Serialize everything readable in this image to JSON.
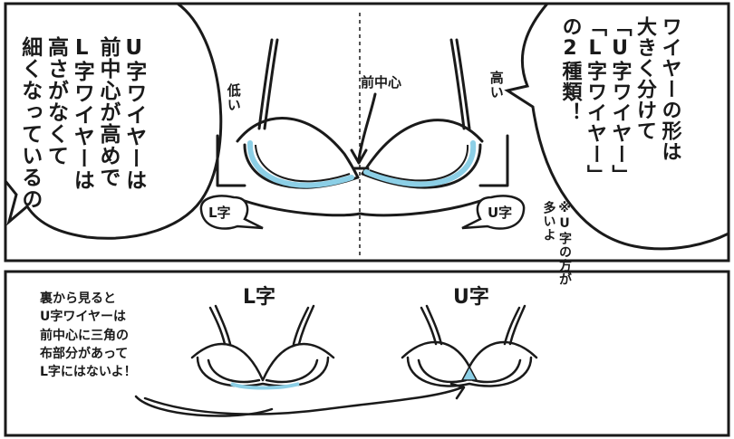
{
  "left_bubble": {
    "text": "U字ワイヤーは\n前中心が高めで\nL字ワイヤーは\n高さがなくて\n細くなっているの"
  },
  "right_bubble": {
    "text": "ワイヤーの形は\n大きく分けて\n「U字ワイヤー」\n「L字ワイヤー」\nの2種類！",
    "footnote": "※U字の方が\n多いよ"
  },
  "top_diagram": {
    "low_label": "低い",
    "high_label": "高い",
    "center_label": "前中心",
    "l_tag": "L字",
    "u_tag": "U字"
  },
  "bottom_panel": {
    "note": "裏から見ると\nU字ワイヤーは\n前中心に三角の\n布部分があって\nL字にはないよ！",
    "l_title": "L字",
    "u_title": "U字"
  },
  "colors": {
    "ink": "#1a1a1a",
    "wire_blue": "#8ccfe6",
    "paper": "#ffffff"
  }
}
